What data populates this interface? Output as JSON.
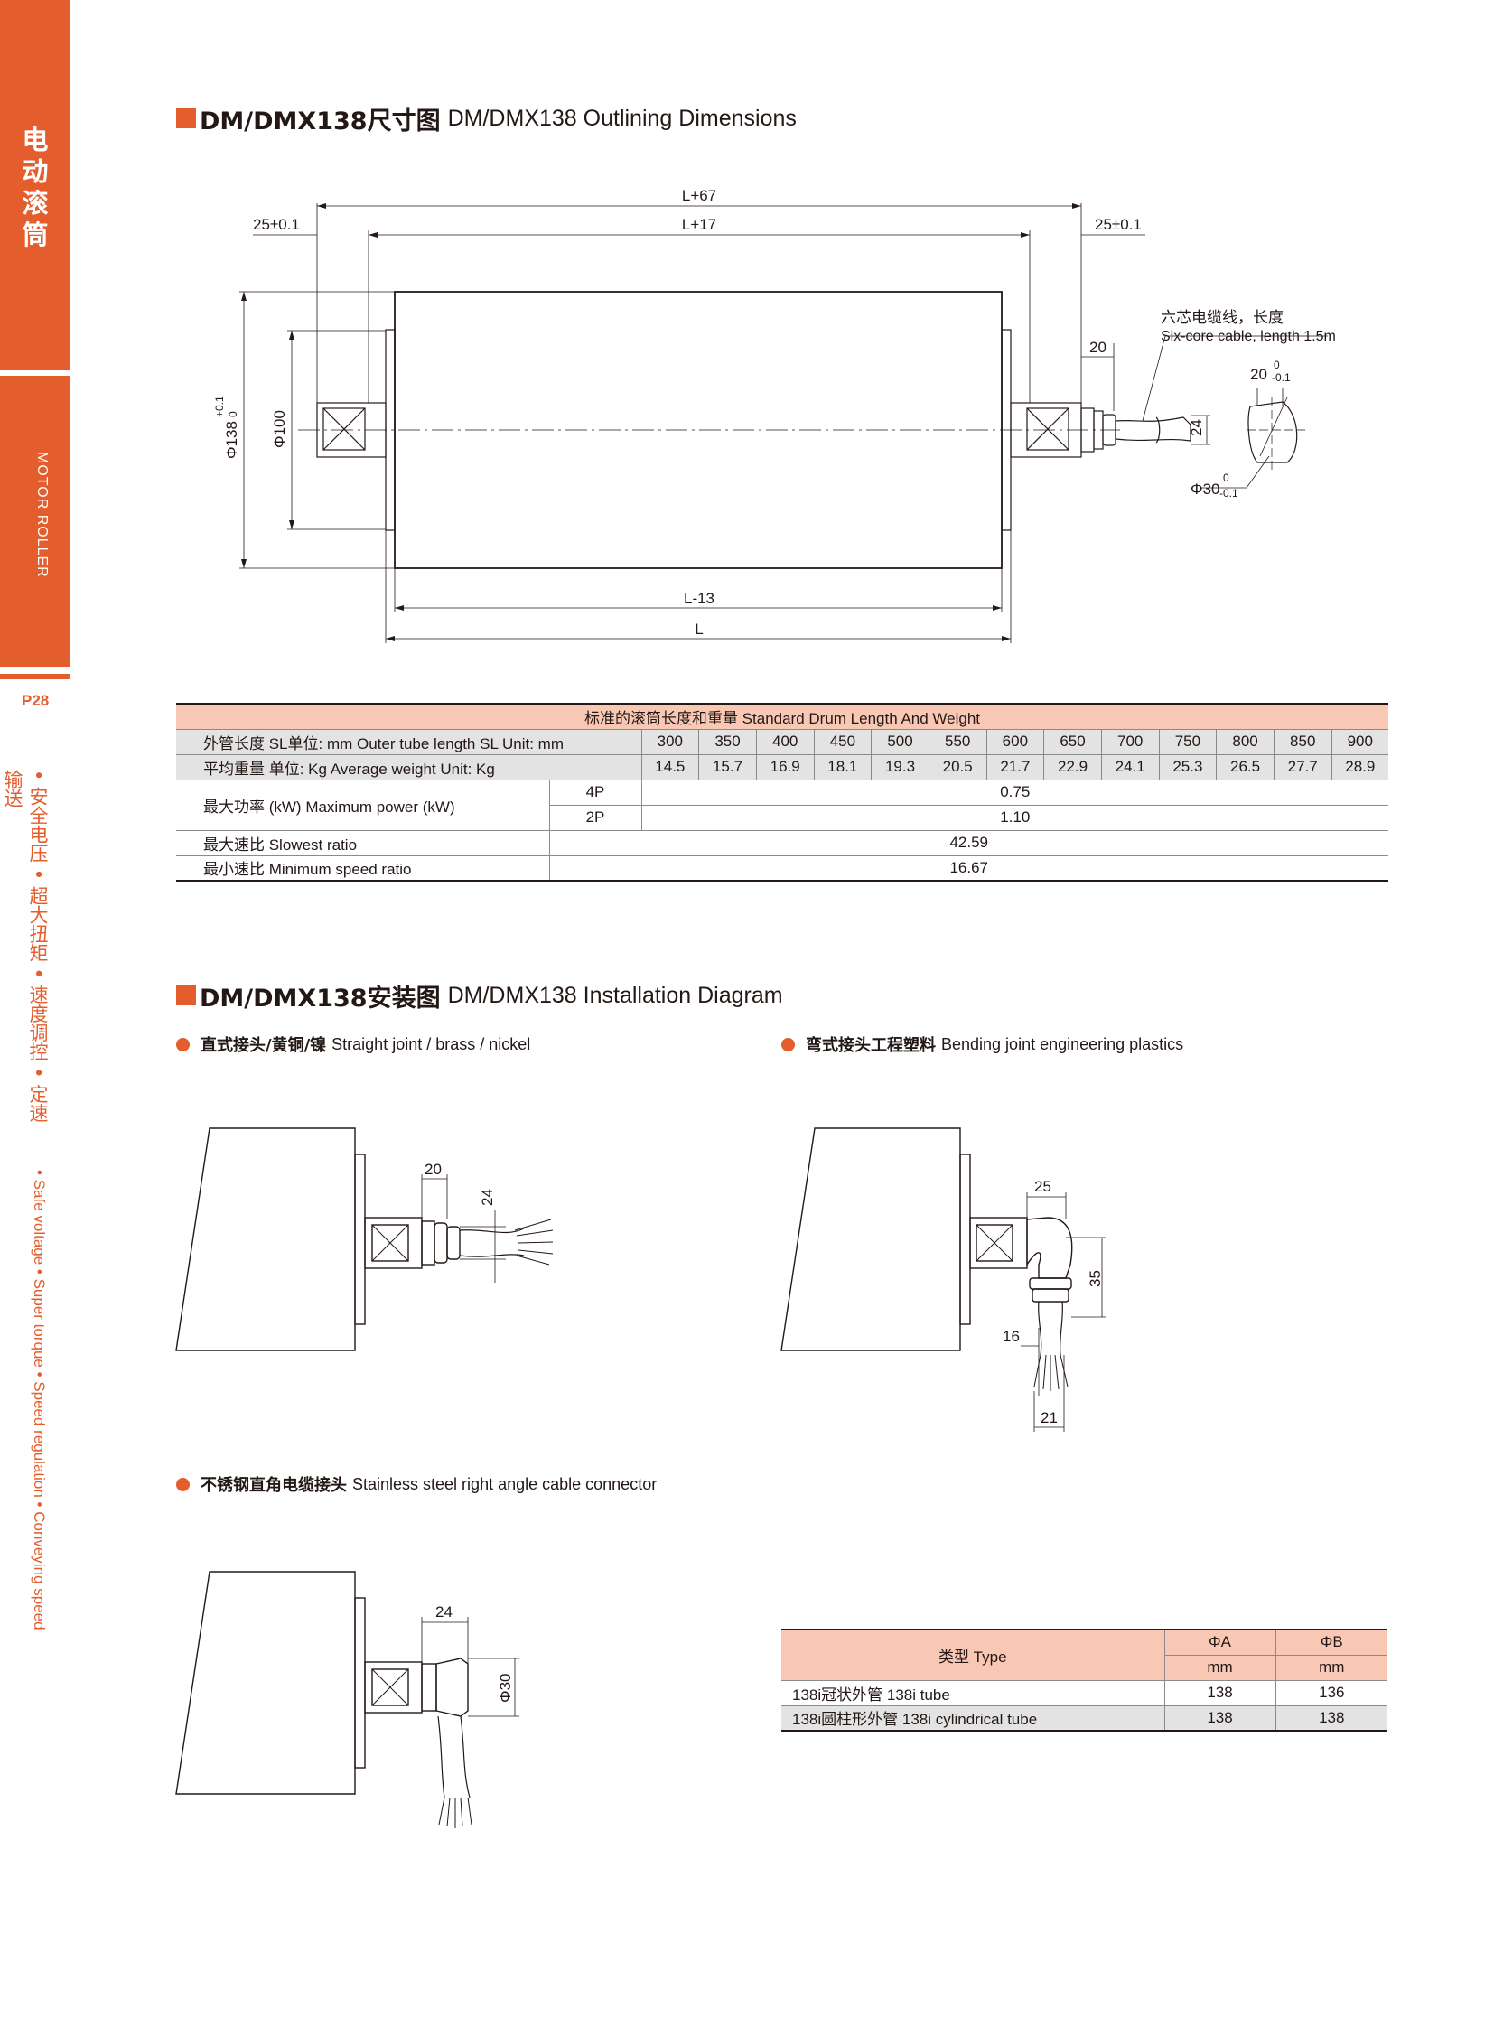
{
  "sidebar": {
    "chars": [
      "电",
      "动",
      "滚",
      "筒"
    ],
    "en": "MOTOR ROLLER",
    "page": "P28",
    "features_cn": "• 安全电压 • 超大扭矩 • 速度调控 • 定速输送",
    "features_en": "• Safe voltage • Super torque • Speed regulation • Conveying speed"
  },
  "section1": {
    "cn": "DM/DMX138尺寸图",
    "en": "DM/DMX138 Outlining Dimensions"
  },
  "dims": {
    "l67": "L+67",
    "l17": "L+17",
    "tol_left": "25±0.1",
    "tol_right": "25±0.1",
    "cable_cn": "六芯电缆线，长度",
    "cable_en": "Six-core cable, length 1.5m",
    "d20": "20",
    "d24": "24",
    "d20tol": "20",
    "tol_0": "0",
    "tol_m01": "-0.1",
    "tol_p01": "+0.1",
    "phi30": "Φ30",
    "phi138": "Φ138",
    "phi100": "Φ100",
    "l13": "L-13",
    "l": "L"
  },
  "spec_table": {
    "title": "标准的滚筒长度和重量 Standard Drum Length And Weight",
    "len_label": "外管长度  SL单位: mm  Outer tube length  SL Unit: mm",
    "lengths": [
      "300",
      "350",
      "400",
      "450",
      "500",
      "550",
      "600",
      "650",
      "700",
      "750",
      "800",
      "850",
      "900"
    ],
    "wt_label": "平均重量  单位: Kg  Average weight  Unit: Kg",
    "weights": [
      "14.5",
      "15.7",
      "16.9",
      "18.1",
      "19.3",
      "20.5",
      "21.7",
      "22.9",
      "24.1",
      "25.3",
      "26.5",
      "27.7",
      "28.9"
    ],
    "power_label": "最大功率 (kW) Maximum power (kW)",
    "p4_label": "4P",
    "p4_value": "0.75",
    "p2_label": "2P",
    "p2_value": "1.10",
    "slow_label": "最大速比 Slowest ratio",
    "slow_value": "42.59",
    "min_label": "最小速比 Minimum speed ratio",
    "min_value": "16.67"
  },
  "section2": {
    "cn": "DM/DMX138安装图",
    "en": "DM/DMX138 Installation Diagram"
  },
  "install": {
    "straight": {
      "cn": "直式接头/黄铜/镍",
      "en": "Straight joint / brass / nickel",
      "d20": "20",
      "d24": "24"
    },
    "bending": {
      "cn": "弯式接头工程塑料",
      "en": "Bending joint engineering plastics",
      "d25": "25",
      "d35": "35",
      "d16": "16",
      "d21": "21"
    },
    "stainless": {
      "cn": "不锈钢直角电缆接头",
      "en": "Stainless steel right angle cable connector",
      "d24": "24",
      "phi30": "Φ30"
    }
  },
  "type_table": {
    "type_header": "类型 Type",
    "a_header": "ΦA",
    "b_header": "ΦB",
    "unit": "mm",
    "rows": [
      {
        "type": "138i冠状外管 138i tube",
        "a": "138",
        "b": "136"
      },
      {
        "type": "138i圆柱形外管 138i cylindrical tube",
        "a": "138",
        "b": "138"
      }
    ]
  },
  "colors": {
    "accent": "#e45d2c",
    "header_fill": "#f9c8b4",
    "shade": "#e3e3e3"
  }
}
